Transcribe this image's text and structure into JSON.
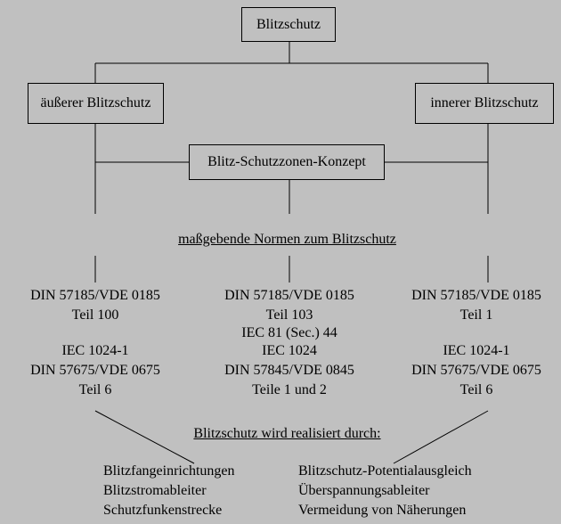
{
  "boxes": {
    "top": "Blitzschutz",
    "outer": "äußerer Blitzschutz",
    "inner": "innerer Blitzschutz",
    "zones": "Blitz-Schutzzonen-Konzept"
  },
  "norms_heading": "maßgebende Normen zum Blitzschutz",
  "norms": {
    "left": [
      "DIN 57185/VDE 0185",
      "Teil 100",
      "",
      "IEC 1024-1",
      "DIN 57675/VDE 0675",
      "Teil 6"
    ],
    "center": [
      "DIN 57185/VDE 0185",
      "Teil 103",
      "IEC 81 (Sec.) 44",
      "IEC 1024",
      "DIN 57845/VDE 0845",
      "Teile 1 und 2"
    ],
    "right": [
      "DIN 57185/VDE 0185",
      "Teil 1",
      "",
      "IEC 1024-1",
      "DIN 57675/VDE 0675",
      "Teil 6"
    ]
  },
  "realized_heading": "Blitzschutz wird realisiert durch:",
  "realized": {
    "left": [
      "Blitzfangeinrichtungen",
      "Blitzstromableiter",
      "Schutzfunkenstrecke"
    ],
    "right": [
      "Blitzschutz-Potentialausgleich",
      "Überspannungsableiter",
      "Vermeidung von Näherungen"
    ]
  },
  "colors": {
    "background": "#c0c0c0",
    "lines": "#000000"
  }
}
